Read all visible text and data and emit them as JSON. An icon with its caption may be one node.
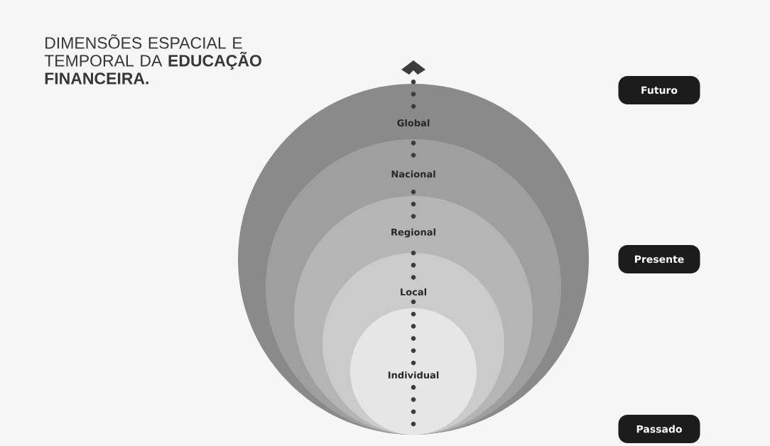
{
  "diagram": {
    "title": "DIMENSÕES ESPACIAL E TEMPORAL DA **EDUCAÇÃO FINANCEIRA.**",
    "nodes": [
      {
        "text": [
          "Global"
        ]
      },
      {
        "text": [
          "Nacional"
        ],
        "in": 0
      },
      {
        "text": [
          "Regional"
        ],
        "in": 1
      },
      {
        "text": [
          "Local"
        ],
        "in": 2
      },
      {
        "text": [
          "Individual"
        ],
        "in": 3
      },
      {
        "text": [
          "Futuro"
        ]
      },
      {
        "text": [
          "Presente"
        ]
      },
      {
        "text": [
          "Passado"
        ]
      }
    ]
  }
}
